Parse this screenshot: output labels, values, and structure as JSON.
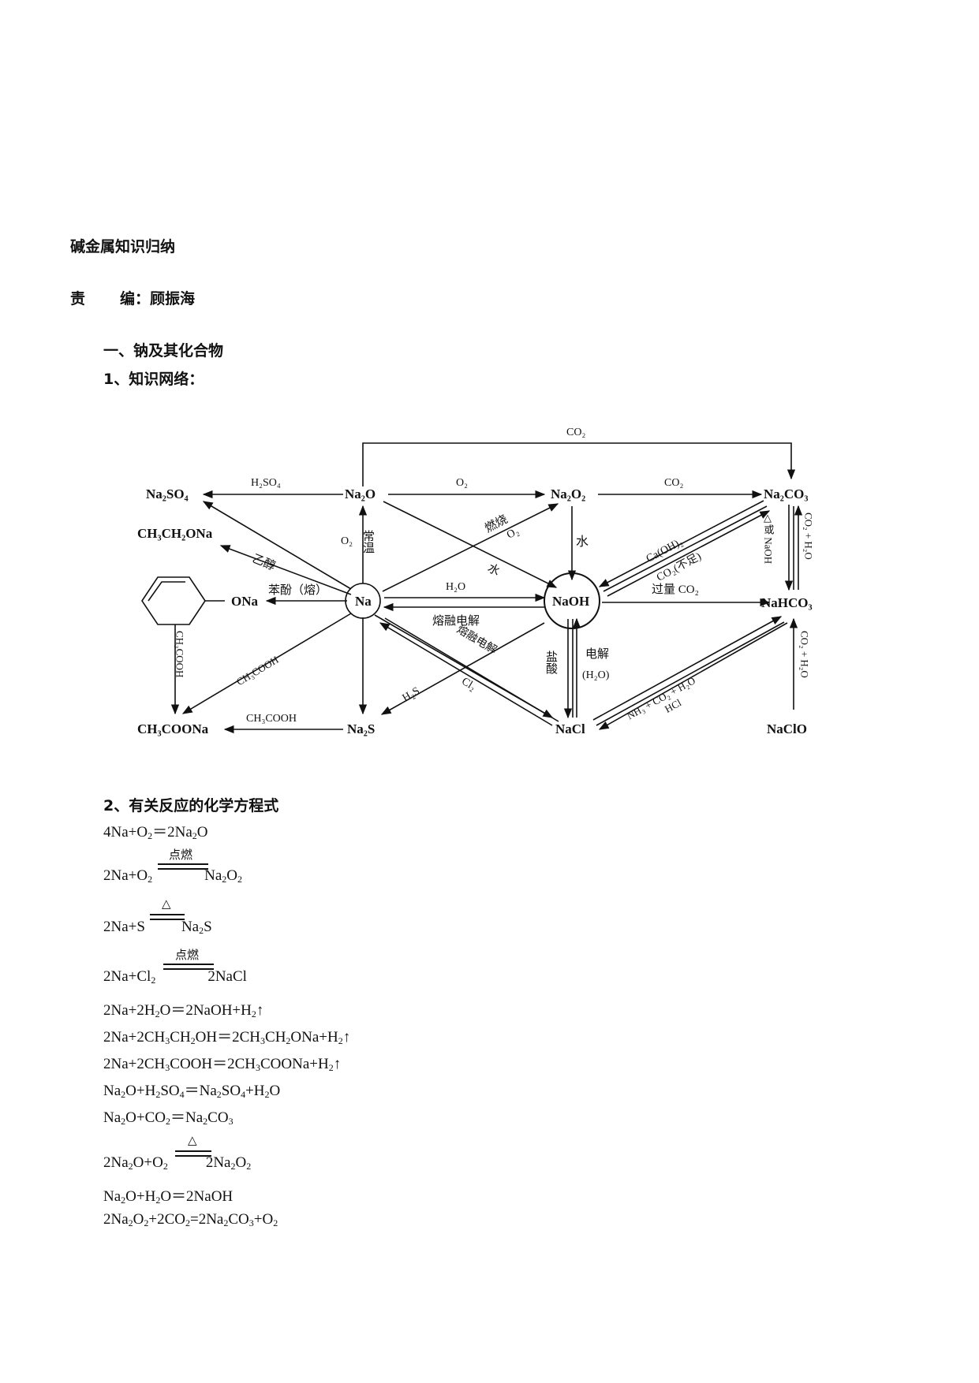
{
  "title": "碱金属知识归纳",
  "editor_label": "责",
  "editor_value": "编：顾振海",
  "section1": "一、钠及其化合物",
  "subsection1": "1、知识网络：",
  "subsection2": "2、有关反应的化学方程式",
  "diagram": {
    "nodes": {
      "na": "Na",
      "na2o": "Na₂O",
      "na2o2": "Na₂O₂",
      "na2co3": "Na₂CO₃",
      "na2so4": "Na₂SO₄",
      "ch3ch2ona": "CH₃CH₂ONa",
      "ona": "ONa",
      "naoh": "NaOH",
      "nahco3": "NaHCO₃",
      "ch3coona": "CH₃COONa",
      "na2s": "Na₂S",
      "nacl": "NaCl",
      "naclo": "NaClO"
    },
    "labels": {
      "co2_top": "CO₂",
      "h2so4": "H₂SO₄",
      "o2_a": "O₂",
      "co2_b": "CO₂",
      "o2_v": "O₂",
      "changwen": "常温",
      "ranshao": "燃烧",
      "o2_c": "O₂",
      "shui_a": "水",
      "shui_b": "水",
      "yichun": "乙醇",
      "benfen": "苯酚（熔）",
      "h2o": "H₂O",
      "ronrong_a": "熔融电解",
      "guoliang": "过量 CO₂",
      "caoh2": "Ca(OH)₂",
      "co2_buzu": "CO₂(不足)",
      "heat_solid": "△或 NaOH",
      "co2h2o_a": "CO₂ + H₂O",
      "ch3cooh_v": "CH₃COOH",
      "ch3cooh_d": "CH₃COOH",
      "ch3cooh_b": "CH₃COOH",
      "ronrong_b": "熔融电解",
      "cl2": "Cl₂",
      "h2s": "H₂S",
      "yansuan": "盐酸",
      "dianjie": "电解",
      "h2o_p": "(H₂O)",
      "nh3": "NH₃ + CO₂ + H₂O",
      "hcl": "HCl",
      "co2h2o_b": "CO₂ + H₂O"
    }
  },
  "equations": {
    "e1": {
      "a": "4Na+O",
      "b": "2",
      "c": "＝2Na",
      "d": "2",
      "e": "O"
    },
    "e2": {
      "cond": "点燃",
      "a": "2Na+O",
      "b": "2",
      "c": "Na",
      "d": "2",
      "e": "O",
      "f": "2"
    },
    "e3": {
      "cond": "△",
      "a": "2Na+S",
      "c": "Na",
      "d": "2",
      "e": "S"
    },
    "e4": {
      "cond": "点燃",
      "a": "2Na+Cl",
      "b": "2",
      "c": "2NaCl"
    },
    "e5": {
      "a": "2Na+2H",
      "b": "2",
      "c": "O＝2NaOH+H",
      "d": "2",
      "e": "↑"
    },
    "e6": {
      "a": "2Na+2CH",
      "b": "3",
      "c": "CH",
      "d": "2",
      "e": "OH＝2CH",
      "f": "3",
      "g": "CH",
      "h": "2",
      "i": "ONa+H",
      "j": "2",
      "k": "↑"
    },
    "e7": {
      "a": "2Na+2CH",
      "b": "3",
      "c": "COOH＝2CH",
      "d": "3",
      "e": "COONa+H",
      "f": "2",
      "g": "↑"
    },
    "e8": {
      "a": "Na",
      "b": "2",
      "c": "O+H",
      "d": "2",
      "e": "SO",
      "f": "4",
      "g": "＝Na",
      "h": "2",
      "i": "SO",
      "j": "4",
      "k": "+H",
      "l": "2",
      "m": "O"
    },
    "e9": {
      "a": "Na",
      "b": "2",
      "c": "O+CO",
      "d": "2",
      "e": "＝Na",
      "f": "2",
      "g": "CO",
      "h": "3"
    },
    "e10": {
      "cond": "△",
      "a": "2Na",
      "b": "2",
      "c": "O+O",
      "d": "2",
      "e": "2Na",
      "f": "2",
      "g": "O",
      "h": "2"
    },
    "e11": {
      "a": "Na",
      "b": "2",
      "c": "O+H",
      "d": "2",
      "e": "O＝2NaOH"
    },
    "e12": {
      "a": "2Na",
      "b": "2",
      "c": "O",
      "d": "2",
      "e": "+2CO",
      "f": "2",
      "g": "=2Na",
      "h": "2",
      "i": "CO",
      "j": "3",
      "k": "+O",
      "l": "2"
    }
  }
}
